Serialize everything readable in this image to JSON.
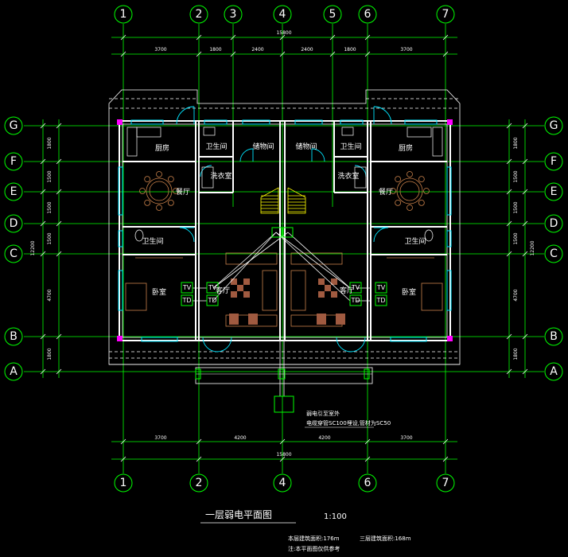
{
  "axes": {
    "columns_top": [
      "1",
      "2",
      "3",
      "4",
      "5",
      "6",
      "7"
    ],
    "columns_bottom": [
      "1",
      "2",
      "4",
      "6",
      "7"
    ],
    "rows": [
      "G",
      "F",
      "E",
      "D",
      "C",
      "B",
      "A"
    ]
  },
  "dimensions": {
    "top_total": "15800",
    "top_segments": [
      "3700",
      "1800",
      "2400",
      "2400",
      "1800",
      "3700"
    ],
    "bottom_total": "15800",
    "bottom_segments": [
      "3700",
      "4200",
      "4200",
      "3700"
    ],
    "side_total": "12200",
    "side_segments": [
      "1800",
      "1500",
      "1500",
      "1500",
      "4700",
      "1800"
    ]
  },
  "rooms": {
    "kitchen": "厨房",
    "toilet": "卫生间",
    "storage": "储物间",
    "laundry": "洗衣室",
    "dining": "餐厅",
    "bedroom": "卧室",
    "living": "客厅"
  },
  "devices": {
    "tv": "TV",
    "td": "TD"
  },
  "notes": {
    "service_line1": "弱电引至室外",
    "service_line2": "电缆穿管SC100埋设,管材为SC50",
    "area_left": "本层建筑面积:176m",
    "area_right": "三层建筑面积:168m",
    "footnote": "注:本平面图仅供参考"
  },
  "title": {
    "text": "一层弱电平面图",
    "scale": "1:100"
  }
}
